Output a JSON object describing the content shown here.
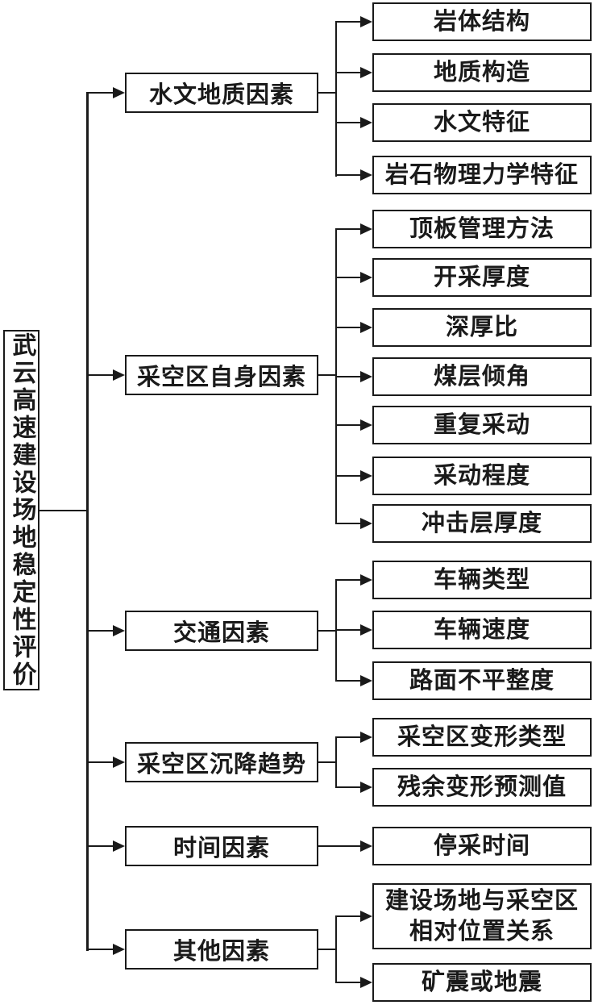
{
  "diagram": {
    "root": {
      "label": "武云高速建设场地稳定性评价"
    },
    "groups": [
      {
        "branch": "水文地质因素",
        "leaves": [
          "岩体结构",
          "地质构造",
          "水文特征",
          "岩石物理力学特征"
        ]
      },
      {
        "branch": "采空区自身因素",
        "leaves": [
          "顶板管理方法",
          "开采厚度",
          "深厚比",
          "煤层倾角",
          "重复采动",
          "采动程度",
          "冲击层厚度"
        ]
      },
      {
        "branch": "交通因素",
        "leaves": [
          "车辆类型",
          "车辆速度",
          "路面不平整度"
        ]
      },
      {
        "branch": "采空区沉降趋势",
        "leaves": [
          "采空区变形类型",
          "残余变形预测值"
        ]
      },
      {
        "branch": "时间因素",
        "leaves": [
          "停采时间"
        ]
      },
      {
        "branch": "其他因素",
        "leaves": [
          "建设场地与采空区\n相对位置关系",
          "矿震或地震"
        ]
      }
    ],
    "colors": {
      "line": "#1a1a1a",
      "background": "#ffffff",
      "text": "#1a1a1a"
    }
  }
}
